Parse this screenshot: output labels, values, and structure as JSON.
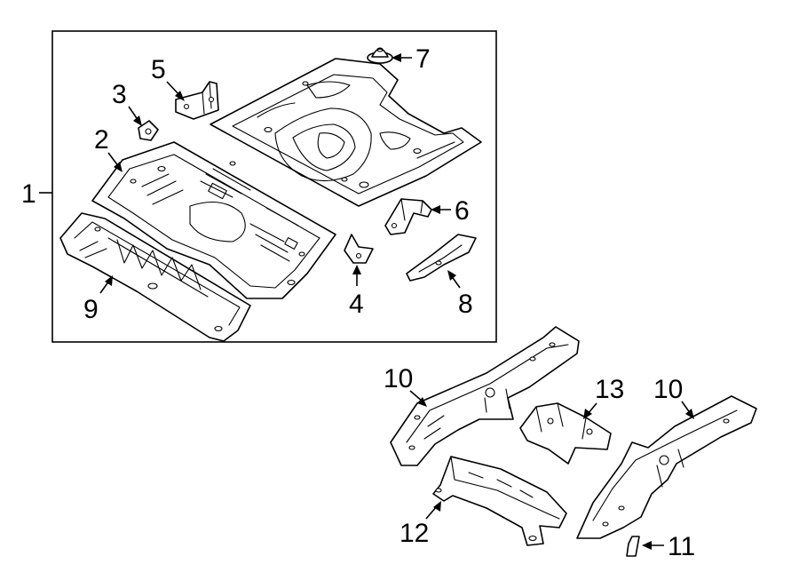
{
  "diagram": {
    "callouts": {
      "c1": "1",
      "c2": "2",
      "c3": "3",
      "c4": "4",
      "c5": "5",
      "c6": "6",
      "c7": "7",
      "c8": "8",
      "c9": "9",
      "c10a": "10",
      "c10b": "10",
      "c11": "11",
      "c12": "12",
      "c13": "13"
    },
    "colors": {
      "ink": "#000000",
      "paper": "#ffffff"
    }
  }
}
